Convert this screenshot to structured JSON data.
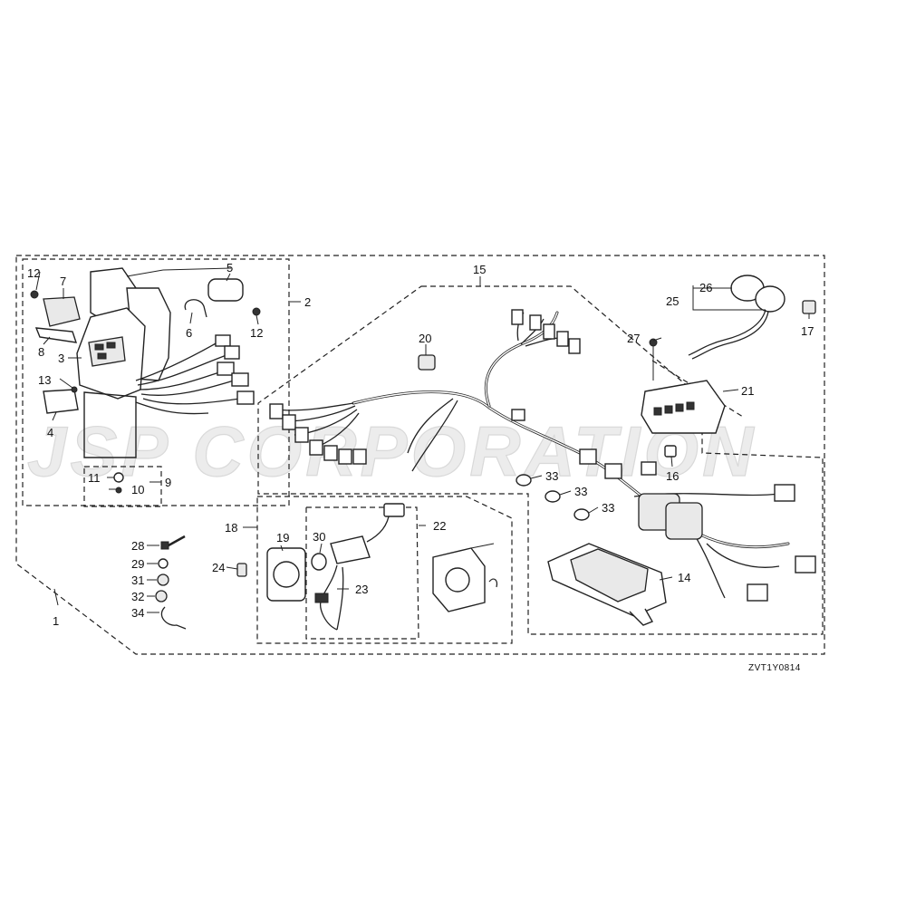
{
  "watermark": "JSP CORPORATION",
  "diagram_code": "ZVT1Y0814",
  "callouts": {
    "c1": "1",
    "c2": "2",
    "c3": "3",
    "c4": "4",
    "c5": "5",
    "c6": "6",
    "c7": "7",
    "c8": "8",
    "c9": "9",
    "c10": "10",
    "c11": "11",
    "c12a": "12",
    "c12b": "12",
    "c13": "13",
    "c14": "14",
    "c15": "15",
    "c16": "16",
    "c17": "17",
    "c18": "18",
    "c19": "19",
    "c20": "20",
    "c21": "21",
    "c22": "22",
    "c23": "23",
    "c24": "24",
    "c25": "25",
    "c26": "26",
    "c27": "27",
    "c28": "28",
    "c29": "29",
    "c30": "30",
    "c31": "31",
    "c32": "32",
    "c33a": "33",
    "c33b": "33",
    "c33c": "33",
    "c34": "34"
  }
}
